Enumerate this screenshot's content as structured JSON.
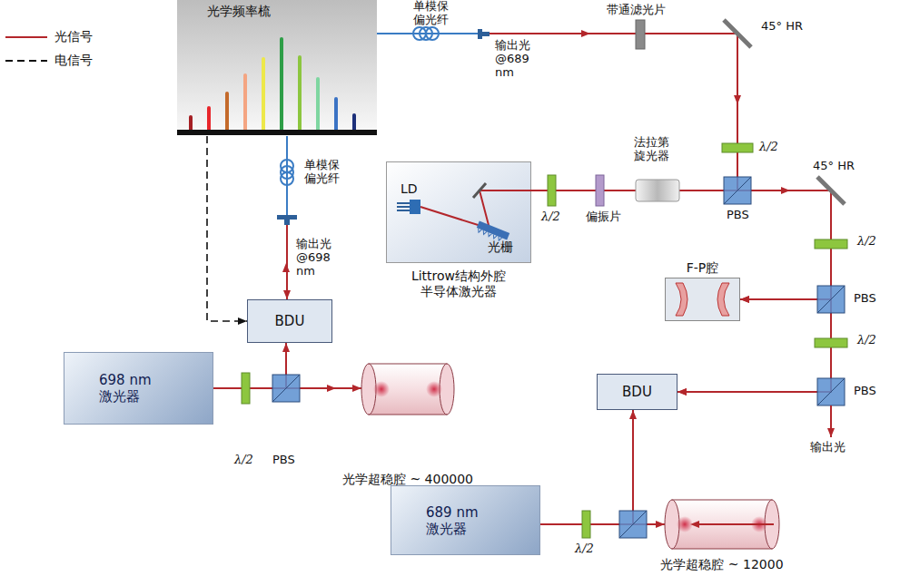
{
  "diagram": {
    "nodes": [
      {
        "text": [
          "光学频率梳"
        ]
      },
      {
        "text": [
          "BDU"
        ]
      },
      {
        "text": [
          "698 nm 激光器"
        ]
      },
      {
        "text": [
          "LD",
          "光栅",
          "Littrow结构外腔 半导体激光器"
        ]
      },
      {
        "text": [
          "F-P腔"
        ]
      },
      {
        "text": [
          "BDU"
        ]
      },
      {
        "text": [
          "689 nm 激光器"
        ]
      },
      {
        "text": [
          "光学超稳腔 ~ 400000"
        ]
      },
      {
        "text": [
          "光学超稳腔 ~ 12000"
        ]
      }
    ],
    "edges": [
      {
        "from": 0,
        "to": 1,
        "arrow": "to"
      },
      {
        "from": 0,
        "to": 1,
        "arrow": "to"
      },
      {
        "from": 2,
        "to": 1,
        "arrow": "to"
      },
      {
        "from": 2,
        "to": 7,
        "arrow": "to"
      },
      {
        "from": 0,
        "to": 4,
        "arrow": "to"
      },
      {
        "from": 0,
        "to": 5,
        "arrow": "to"
      },
      {
        "from": 3,
        "to": 4,
        "arrow": "to"
      },
      {
        "from": 3,
        "to": 5,
        "arrow": "to"
      },
      {
        "from": 6,
        "to": 5,
        "arrow": "to"
      },
      {
        "from": 6,
        "to": 8,
        "arrow": "to"
      }
    ],
    "labels": [
      "单模保 偏光纤",
      "输出光 @689 nm",
      "带通滤光片",
      "45° HR",
      "λ/2",
      "法拉第 旋光器",
      "PBS",
      "45° HR",
      "λ/2",
      "偏振片",
      "λ/2",
      "PBS",
      "λ/2",
      "PBS",
      "输出光",
      "单模保 偏光纤",
      "输出光 @698 nm",
      "λ/2",
      "PBS",
      "λ/2"
    ],
    "legend": [
      {
        "text": "光信号"
      },
      {
        "text": "电信号"
      }
    ]
  }
}
